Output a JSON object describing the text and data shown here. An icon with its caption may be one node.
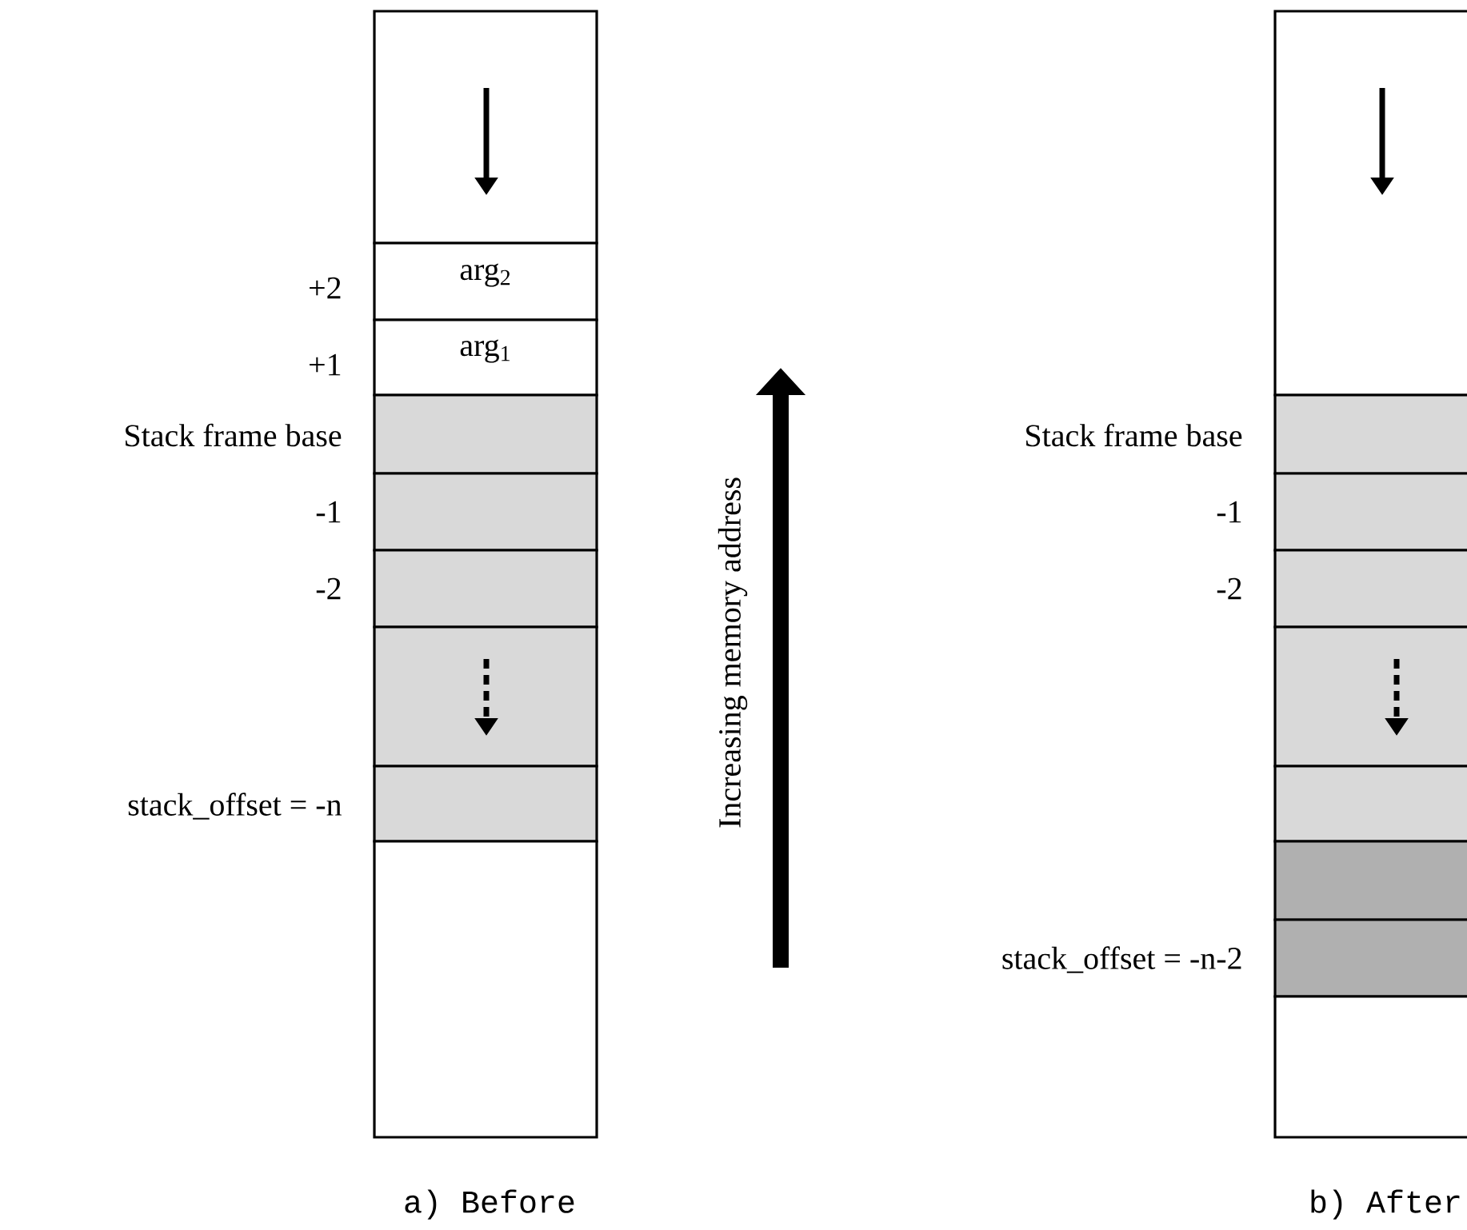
{
  "diagram": {
    "nodes": [
      {
        "text": [],
        "shape": "box"
      },
      {
        "text": [
          "arg$_{2}$"
        ],
        "beside": [
          "+2"
        ]
      },
      {
        "text": [
          "arg$_{1}$"
        ],
        "beside": [
          "+1"
        ]
      },
      {
        "text": [],
        "shape": "box",
        "beside": [
          "Stack frame base"
        ]
      },
      {
        "text": [],
        "shape": "box",
        "beside": [
          "-1"
        ]
      },
      {
        "text": [],
        "shape": "box",
        "beside": [
          "-2"
        ]
      },
      {
        "text": [],
        "shape": "box"
      },
      {
        "text": [],
        "shape": "box",
        "beside": [
          "stack_offset = -n"
        ]
      },
      {
        "text": [],
        "shape": "box"
      },
      {
        "text": [],
        "shape": "box"
      },
      {
        "text": [],
        "shape": "box",
        "beside": [
          "Stack frame base"
        ]
      },
      {
        "text": [],
        "shape": "box",
        "beside": [
          "-1"
        ]
      },
      {
        "text": [],
        "shape": "box",
        "beside": [
          "-2"
        ]
      },
      {
        "text": [],
        "shape": "box"
      },
      {
        "text": [],
        "shape": "box"
      },
      {
        "text": [],
        "shape": "box"
      },
      {
        "text": [],
        "shape": "box",
        "beside": [
          "stack_offset = -n-2"
        ]
      },
      {
        "text": [],
        "shape": "box"
      }
    ],
    "labels": [
      "Increasing memory address",
      "a) Before",
      "b) After"
    ]
  }
}
